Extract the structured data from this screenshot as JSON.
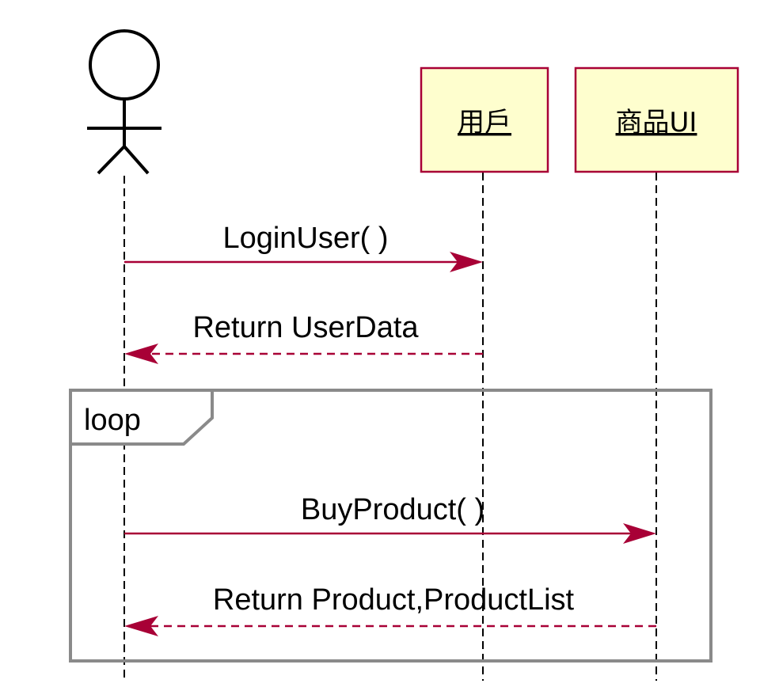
{
  "diagram": {
    "type": "sequence",
    "participants": [
      {
        "id": "actor",
        "kind": "actor",
        "label": ""
      },
      {
        "id": "user",
        "kind": "participant",
        "label": "用戶"
      },
      {
        "id": "product_ui",
        "kind": "participant",
        "label": "商品UI"
      }
    ],
    "messages": [
      {
        "from": "actor",
        "to": "user",
        "label": "LoginUser( )",
        "style": "solid"
      },
      {
        "from": "user",
        "to": "actor",
        "label": "Return UserData",
        "style": "dashed"
      },
      {
        "from": "actor",
        "to": "product_ui",
        "label": "BuyProduct( )",
        "style": "solid"
      },
      {
        "from": "product_ui",
        "to": "actor",
        "label": "Return Product,ProductList",
        "style": "dashed"
      }
    ],
    "fragments": [
      {
        "kind": "loop",
        "label": "loop",
        "message_range": [
          2,
          3
        ]
      }
    ]
  },
  "colors": {
    "participant_fill": "#fefece",
    "participant_border": "#a80036",
    "message_arrow": "#a80036",
    "fragment_border": "#8a8a8a",
    "lifeline": "#000000"
  }
}
